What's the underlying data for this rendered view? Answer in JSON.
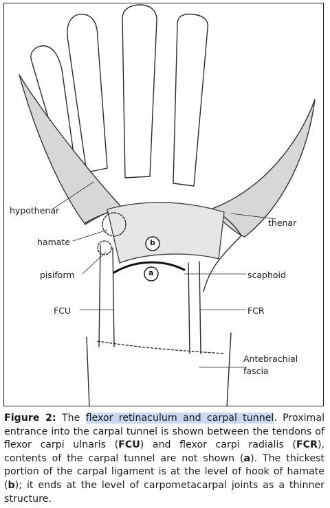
{
  "figure": {
    "labels": {
      "hypothenar": "hypothenar",
      "hamate": "hamate",
      "pisiform": "pisiform",
      "fcu": "FCU",
      "thenar": "thenar",
      "scaphoid": "scaphoid",
      "fcr": "FCR",
      "antebrachial_line1": "Antebrachial",
      "antebrachial_line2": "fascia",
      "marker_a": "a",
      "marker_b": "b"
    }
  },
  "caption": {
    "figure_label": "Figure 2:",
    "the": "The",
    "highlight": "flexor retinaculum and carpal tunnel",
    "s1_end": ". Proximal entrance into the carpal tunnel is shown between the tendons of flexor carpi ulnaris (",
    "fcu": "FCU",
    "s2": ") and flexor carpi radialis (",
    "fcr": "FCR",
    "s3": "), contents of the carpal tunnel are not shown (",
    "a": "a",
    "s4": "). The thickest portion of the carpal ligament is at the level of hook of hamate (",
    "b": "b",
    "s5": "); it ends at the level of carpometacarpal joints as a thinner structure."
  }
}
